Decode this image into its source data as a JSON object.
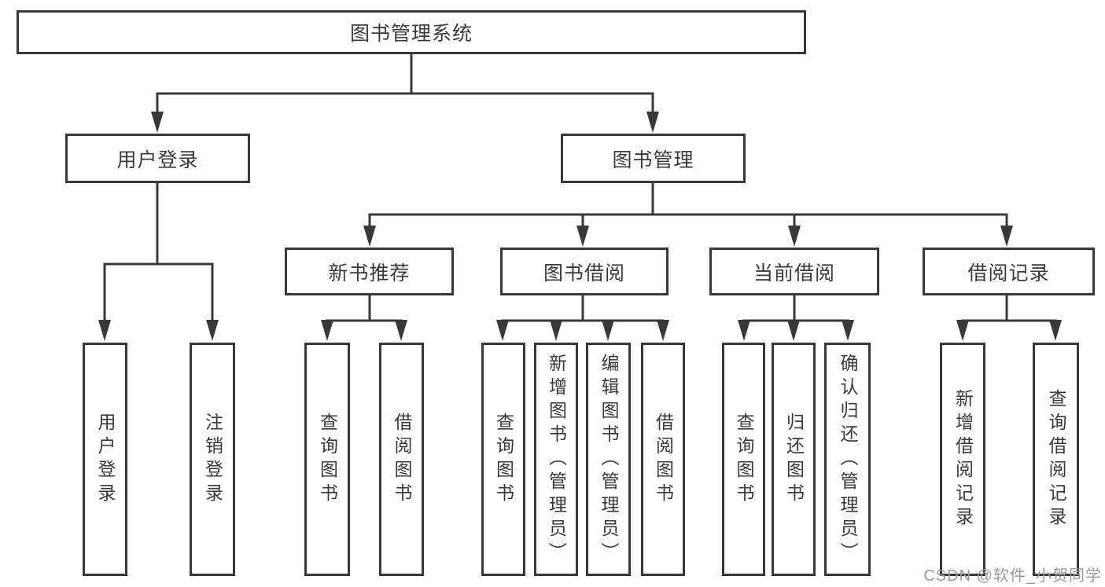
{
  "tree": {
    "label": "图书管理系统",
    "children": [
      {
        "label": "用户登录",
        "children": [
          {
            "label": "用户登录"
          },
          {
            "label": "注销登录"
          }
        ]
      },
      {
        "label": "图书管理",
        "children": [
          {
            "label": "新书推荐",
            "children": [
              {
                "label": "查询图书"
              },
              {
                "label": "借阅图书"
              }
            ]
          },
          {
            "label": "图书借阅",
            "children": [
              {
                "label": "查询图书"
              },
              {
                "label": "新增图书（管理员）"
              },
              {
                "label": "编辑图书（管理员）"
              },
              {
                "label": "借阅图书"
              }
            ]
          },
          {
            "label": "当前借阅",
            "children": [
              {
                "label": "查询图书"
              },
              {
                "label": "归还图书"
              },
              {
                "label": "确认归还（管理员）"
              }
            ]
          },
          {
            "label": "借阅记录",
            "children": [
              {
                "label": "新增借阅记录"
              },
              {
                "label": "查询借阅记录"
              }
            ]
          }
        ]
      }
    ]
  },
  "watermark": {
    "text": "CSDN @软件_小贺同学"
  },
  "colors": {
    "line": "#383838",
    "text": "#3a3a3a",
    "watermark": "#9a9a9a",
    "background": "#ffffff"
  }
}
